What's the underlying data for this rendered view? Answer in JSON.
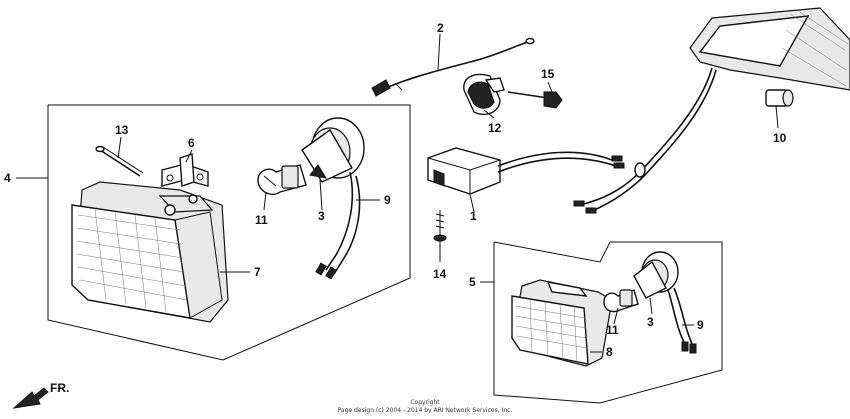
{
  "callouts": {
    "c1": "1",
    "c2": "2",
    "c3a": "3",
    "c3b": "3",
    "c4": "4",
    "c5": "5",
    "c6": "6",
    "c7": "7",
    "c8": "8",
    "c9a": "9",
    "c9b": "9",
    "c10": "10",
    "c11a": "11",
    "c11b": "11",
    "c12": "12",
    "c13": "13",
    "c14": "14",
    "c15": "15"
  },
  "direction_marker": "FR.",
  "footer": {
    "line1": "Copyright",
    "line2": "Page design (c) 2004 - 2014 by ARI Network Services, Inc."
  }
}
